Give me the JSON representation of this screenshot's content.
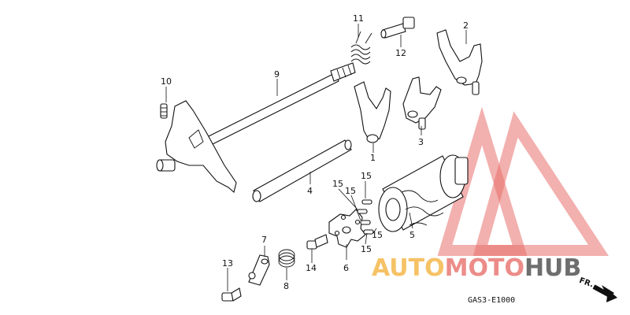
{
  "labels": {
    "p1": "1",
    "p2": "2",
    "p3": "3",
    "p4": "4",
    "p5": "5",
    "p6": "6",
    "p7": "7",
    "p8": "8",
    "p9": "9",
    "p10": "10",
    "p11": "11",
    "p12": "12",
    "p13": "13",
    "p14": "14",
    "p15a": "15",
    "p15b": "15",
    "p15c": "15",
    "p15d": "15",
    "p15e": "15"
  },
  "diagram_code": "GAS3-E1000",
  "direction_marker": "FR.",
  "watermark": {
    "part1": "AUTO",
    "part2": "MOTO",
    "part3": "HUB",
    "colors": {
      "auto": "#f5b441",
      "moto": "#e8706c",
      "hub": "#4a4a4a"
    }
  }
}
